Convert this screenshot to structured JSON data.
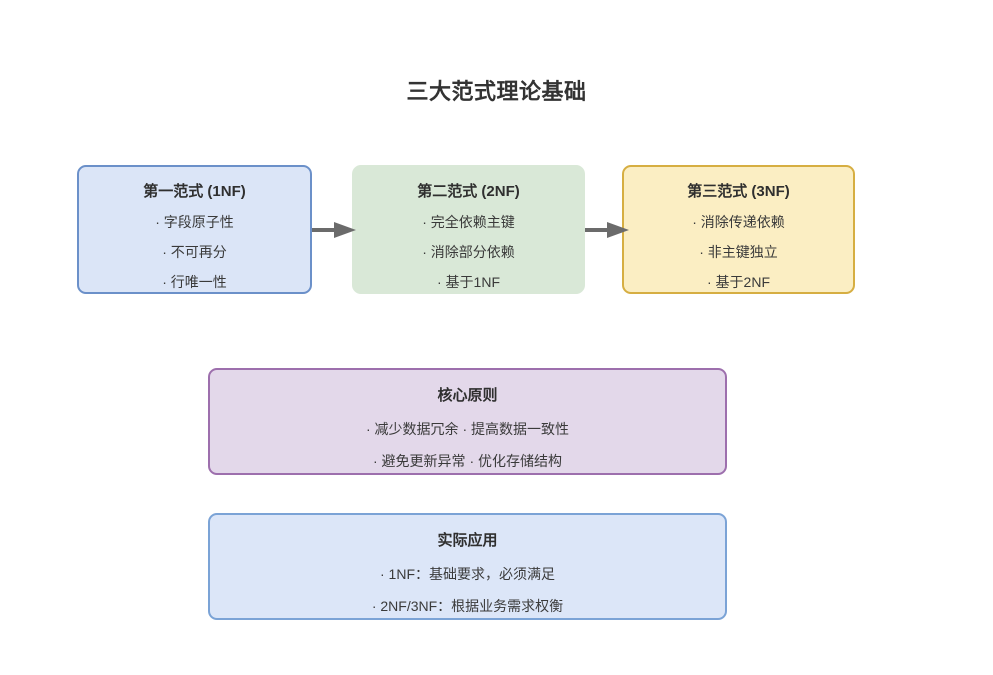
{
  "diagram": {
    "title": "三大范式理论基础",
    "type": "flowchart",
    "flow": {
      "nodes": [
        {
          "id": "1nf",
          "title": "第一范式 (1NF)",
          "lines": [
            "· 字段原子性",
            "· 不可再分",
            "· 行唯一性"
          ],
          "fill": "#dbe5f7",
          "border": "#6b90c9"
        },
        {
          "id": "2nf",
          "title": "第二范式 (2NF)",
          "lines": [
            "· 完全依赖主键",
            "· 消除部分依赖",
            "· 基于1NF"
          ],
          "fill": "#d9e8d7",
          "border": "#d9e8d7"
        },
        {
          "id": "3nf",
          "title": "第三范式 (3NF)",
          "lines": [
            "· 消除传递依赖",
            "· 非主键独立",
            "· 基于2NF"
          ],
          "fill": "#fbeec3",
          "border": "#d6ae42"
        }
      ],
      "connectors": [
        {
          "id": "arrow-1",
          "from": "1nf",
          "to": "2nf",
          "style": "solid-arrow",
          "color": "#666666"
        },
        {
          "id": "arrow-2",
          "from": "2nf",
          "to": "3nf",
          "style": "solid-arrow",
          "color": "#666666"
        }
      ]
    },
    "panels": [
      {
        "id": "core",
        "title": "核心原则",
        "lines": [
          "· 减少数据冗余 · 提高数据一致性",
          "· 避免更新异常 · 优化存储结构"
        ],
        "fill": "#e3d8ea",
        "border": "#9d6fad"
      },
      {
        "id": "apply",
        "title": "实际应用",
        "lines": [
          "· 1NF：基础要求，必须满足",
          "· 2NF/3NF：根据业务需求权衡"
        ],
        "fill": "#dce6f8",
        "border": "#7ba3d6"
      }
    ],
    "background": "#ffffff",
    "text_color": "#333333"
  }
}
